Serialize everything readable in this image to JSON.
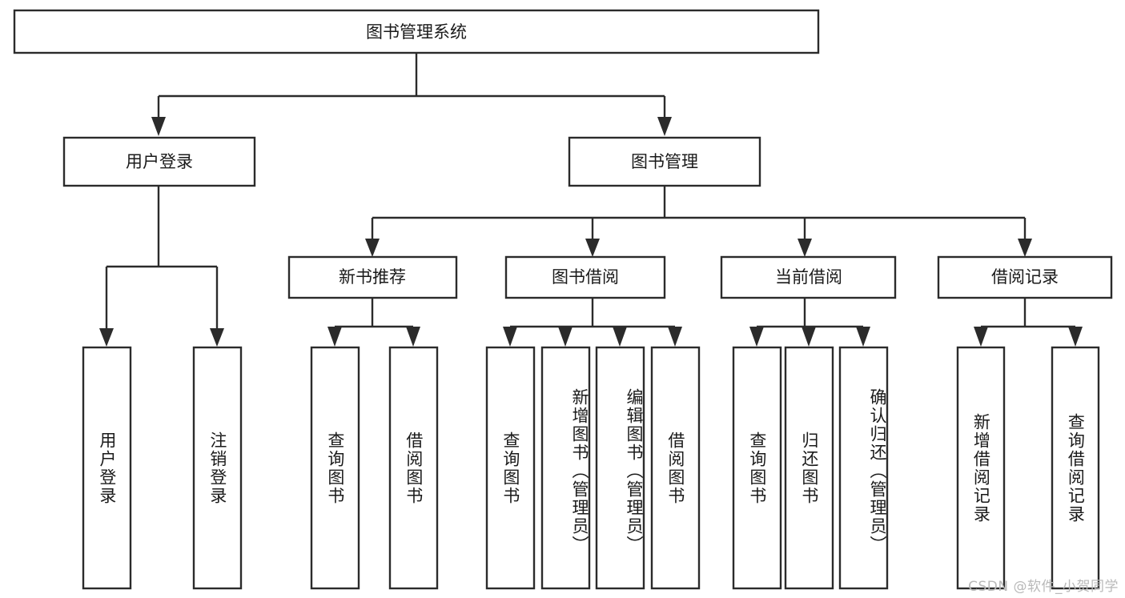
{
  "diagram": {
    "type": "tree-hierarchy",
    "title": "图书管理系统",
    "watermark": "CSDN @软件_小贺同学",
    "colors": {
      "stroke": "#2b2b2b",
      "box_fill": "#ffffff",
      "text": "#1a1a1a",
      "watermark": "#b9b9b9",
      "background": "#ffffff"
    },
    "root": {
      "label": "图书管理系统"
    },
    "level2": [
      {
        "label": "用户登录"
      },
      {
        "label": "图书管理"
      }
    ],
    "level3": [
      {
        "label": "新书推荐"
      },
      {
        "label": "图书借阅"
      },
      {
        "label": "当前借阅"
      },
      {
        "label": "借阅记录"
      }
    ],
    "leaves": {
      "user_login": [
        {
          "label": "用户登录"
        },
        {
          "label": "注销登录"
        }
      ],
      "new_book_recommend": [
        {
          "label": "查询图书"
        },
        {
          "label": "借阅图书"
        }
      ],
      "book_borrow": [
        {
          "label": "查询图书"
        },
        {
          "label": "新增图书（管理员）"
        },
        {
          "label": "编辑图书（管理员）"
        },
        {
          "label": "借阅图书"
        }
      ],
      "current_borrow": [
        {
          "label": "查询图书"
        },
        {
          "label": "归还图书"
        },
        {
          "label": "确认归还（管理员）"
        }
      ],
      "borrow_record": [
        {
          "label": "新增借阅记录"
        },
        {
          "label": "查询借阅记录"
        }
      ]
    }
  }
}
